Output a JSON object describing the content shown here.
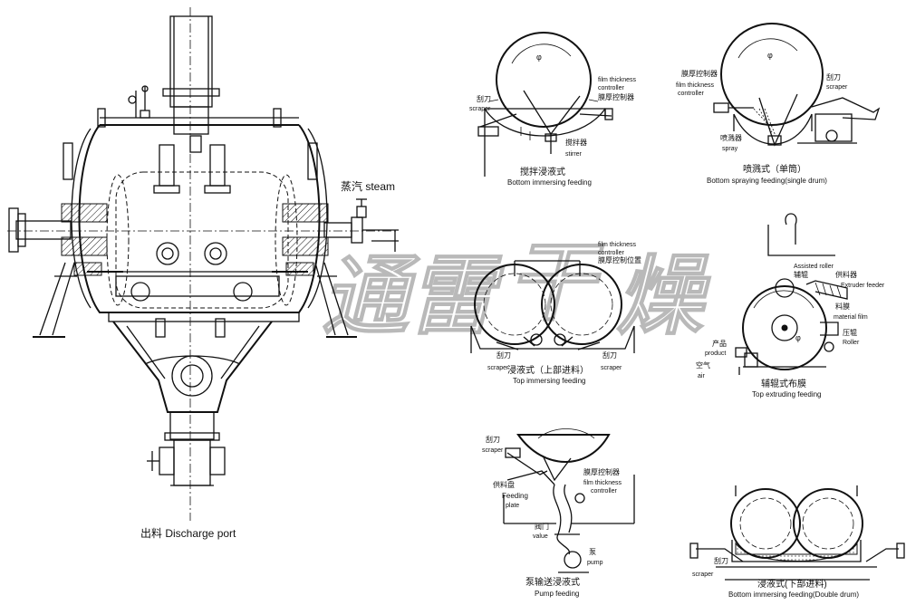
{
  "main_dryer": {
    "steam_label": "蒸汽 steam",
    "discharge_label": "出料 Discharge port"
  },
  "watermark": {
    "chars": [
      "通",
      "雷",
      "干",
      "燥"
    ]
  },
  "panels": {
    "bottom_immersing": {
      "caption_cn": "搅拌浸液式",
      "caption_en": "Bottom immersing feeding",
      "scraper_cn": "刮刀",
      "scraper_en": "scraper",
      "ctrl_en_1": "film thickness",
      "ctrl_en_2": "controller",
      "ctrl_cn": "膜厚控制器",
      "stirrer_cn": "搅拌器",
      "stirrer_en": "stirrer",
      "phi": "φ"
    },
    "bottom_spraying": {
      "caption_cn": "喷溅式（单筒）",
      "caption_en": "Bottom spraying feeding(single drum)",
      "ctrl_cn": "膜厚控制器",
      "ctrl_en_1": "film thickness",
      "ctrl_en_2": "controller",
      "scraper_cn": "刮刀",
      "scraper_en": "scraper",
      "spray_cn": "喷溅器",
      "spray_en": "spray",
      "phi": "φ"
    },
    "top_immersing": {
      "caption_cn": "浸液式（上部进料）",
      "caption_en": "Top immersing feeding",
      "ctrl_en_1": "film thickness",
      "ctrl_en_2": "controller",
      "ctrl_cn": "膜厚控制位置",
      "scraper_cn_l": "刮刀",
      "scraper_en_l": "scraper",
      "scraper_cn_r": "刮刀",
      "scraper_en_r": "scraper"
    },
    "top_extruding": {
      "caption_cn": "辅辊式布膜",
      "caption_en": "Top extruding feeding",
      "assisted_en": "Assisted roller",
      "assisted_cn": "辅辊",
      "feeder_cn": "供料器",
      "feeder_en": "Extruder feeder",
      "film_cn": "料膜",
      "film_en": "material film",
      "roller_cn": "压辊",
      "roller_en": "Roller",
      "product_cn": "产品",
      "product_en": "product",
      "air_cn": "空气",
      "air_en": "air",
      "phi": "φ"
    },
    "pump_feeding": {
      "caption_cn": "泵输送浸液式",
      "caption_en": "Pump feeding",
      "scraper_cn": "刮刀",
      "scraper_en": "scraper",
      "plate_cn": "供料盘",
      "plate_en_1": "Feeding",
      "plate_en_2": "plate",
      "ctrl_cn": "膜厚控制器",
      "ctrl_en_1": "film thickness",
      "ctrl_en_2": "controller",
      "valve_cn": "阀门",
      "valve_en": "value",
      "pump_cn": "泵",
      "pump_en": "pump"
    },
    "bottom_double": {
      "caption_cn": "浸液式(下部进料)",
      "caption_en": "Bottom immersing feeding(Double drum)",
      "scraper_cn": "刮刀",
      "scraper_en": "scraper"
    }
  }
}
